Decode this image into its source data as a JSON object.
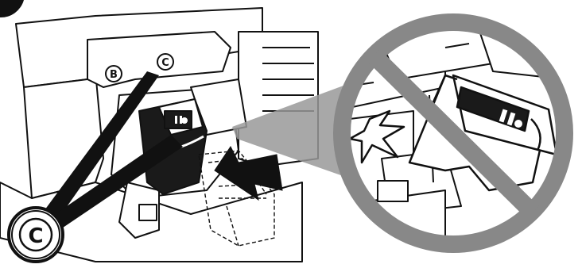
{
  "diagram": {
    "slot_labels": {
      "left": "B",
      "right": "C"
    },
    "callout_label": "C",
    "prohibition": "incorrect-installation",
    "colors": {
      "line": "#111111",
      "fill": "#ffffff",
      "shade": "#999999",
      "dark": "#1a1a1a",
      "prohibit": "#888888"
    },
    "icons": [
      "prohibition-icon",
      "collision-spark-icon",
      "push-arrow-icon",
      "ink-cartridge-icon"
    ]
  }
}
